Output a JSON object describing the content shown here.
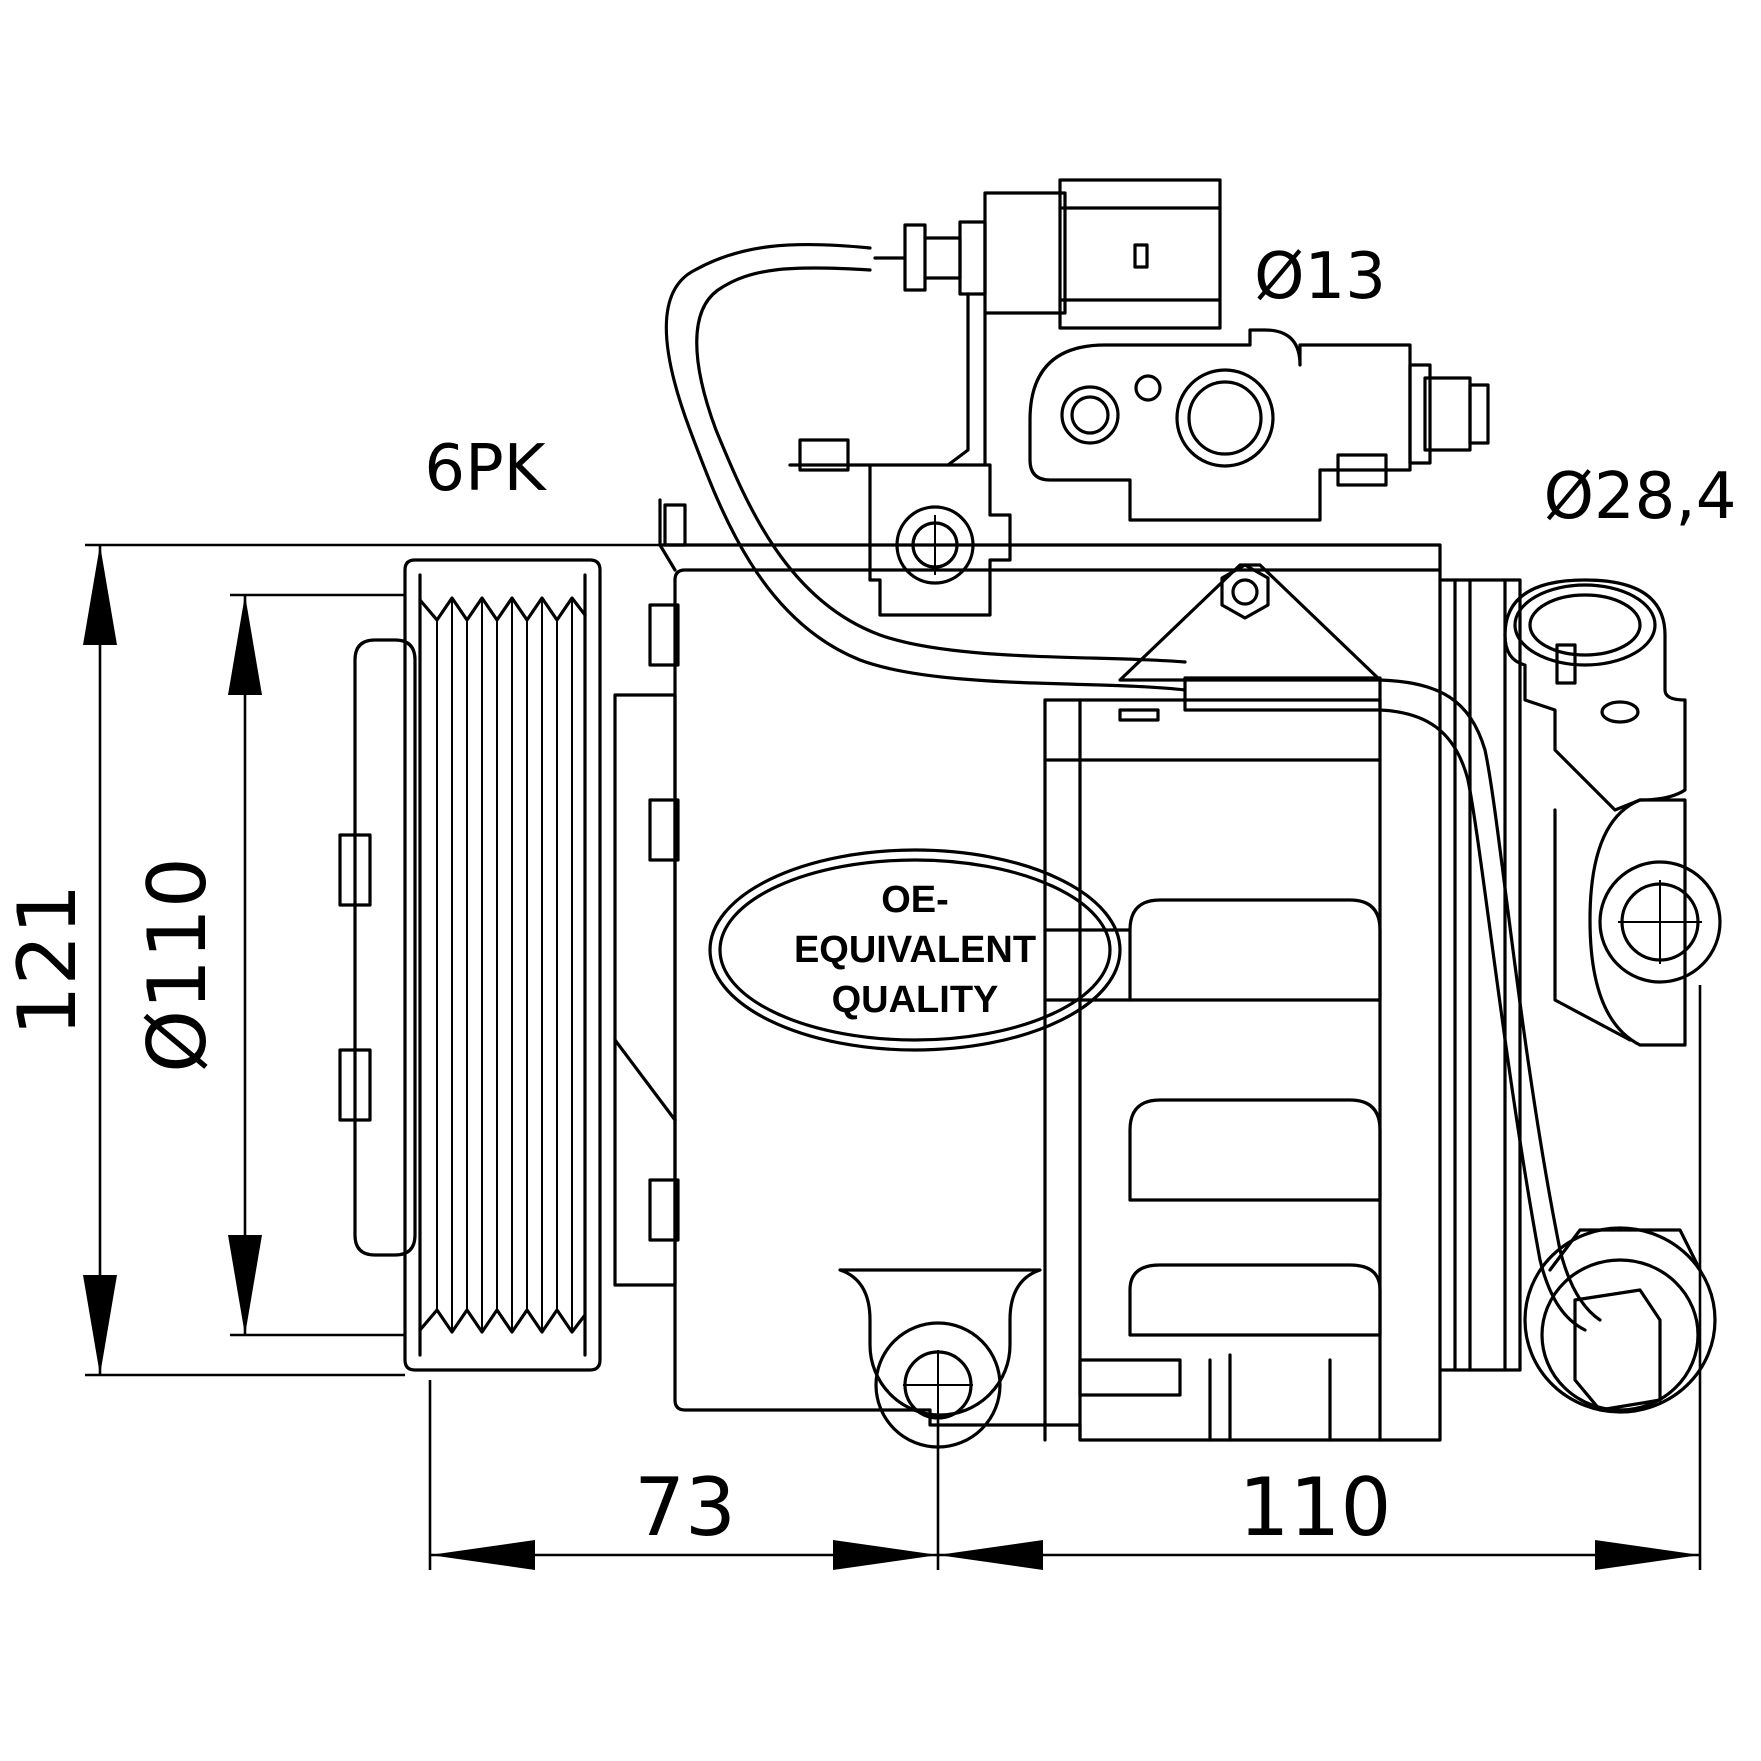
{
  "labels": {
    "diameter_13": "Ø13",
    "diameter_28_4": "Ø28,4",
    "belt_profile": "6PK"
  },
  "dimensions": {
    "height": "121",
    "pulley_diameter": "Ø110",
    "pulley_offset": "73",
    "mount_span": "110"
  },
  "badge": {
    "line1": "OE-",
    "line2": "EQUIVALENT",
    "line3": "QUALITY"
  },
  "colors": {
    "ink": "#000000",
    "paper": "#ffffff"
  }
}
